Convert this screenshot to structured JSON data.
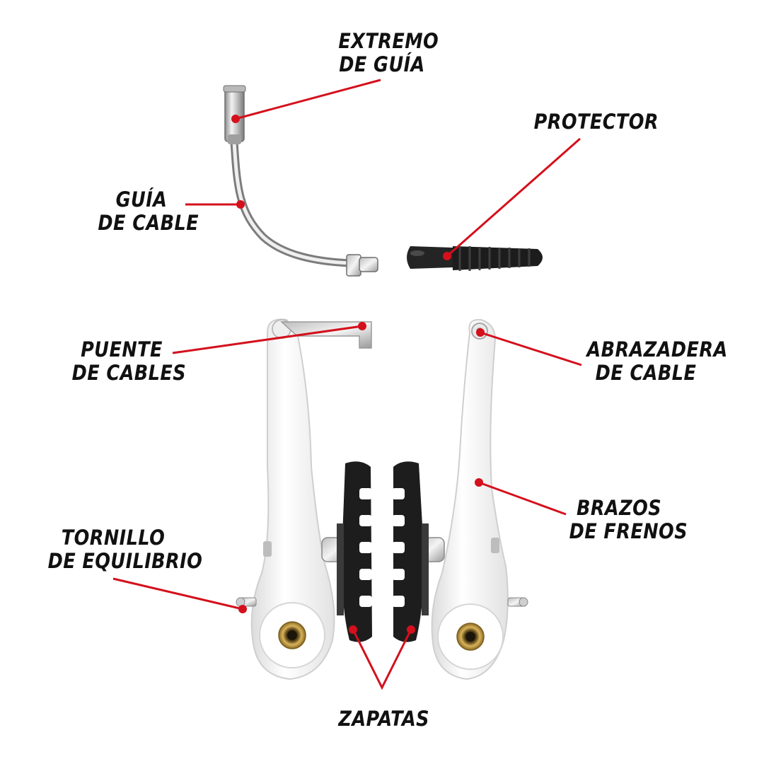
{
  "colors": {
    "leader": "#d4101c",
    "metal_light": "#e4e4e4",
    "metal_dark": "#8a8a8a",
    "rubber": "#1c1c1c",
    "arm_white": "#f6f6f6",
    "arm_shadow": "#d9d9d9",
    "brass": "#c9a44a",
    "text": "#111111"
  },
  "labels": {
    "extremo_guia": [
      "EXTREMO",
      "DE GUÍA"
    ],
    "protector": [
      "PROTECTOR"
    ],
    "guia_cable": [
      "GUÍA",
      "DE CABLE"
    ],
    "puente_cables": [
      "PUENTE",
      "DE CABLES"
    ],
    "abrazadera_cable": [
      "ABRAZADERA",
      "DE CABLE"
    ],
    "brazos_frenos": [
      "BRAZOS",
      "DE FRENOS"
    ],
    "tornillo_equilibrio": [
      "TORNILLO",
      "DE EQUILIBRIO"
    ],
    "zapatas": [
      "ZAPATAS"
    ]
  },
  "icons": {
    "noodle": "cable-guide-noodle-icon",
    "boot": "rubber-boot-icon",
    "arm": "brake-arm-icon",
    "pad": "brake-pad-icon"
  }
}
